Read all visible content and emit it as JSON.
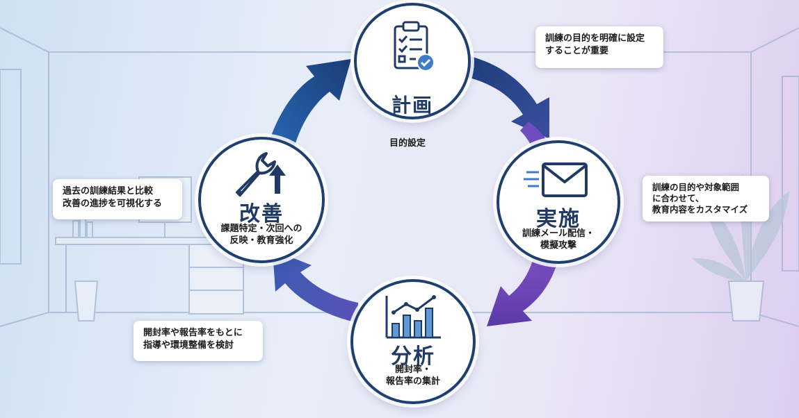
{
  "cycle": {
    "plan": {
      "title": "計画",
      "desc": "目的設定",
      "icon": "clipboard-check-icon"
    },
    "do": {
      "title": "実施",
      "desc": "訓練メール配信・\n模擬攻撃",
      "icon": "envelope-icon"
    },
    "analyze": {
      "title": "分析",
      "desc": "開封率・\n報告率の集計",
      "icon": "bar-chart-icon"
    },
    "improve": {
      "title": "改善",
      "desc": "課題特定・次回への\n反映・教育強化",
      "icon": "wrench-arrow-up-icon"
    }
  },
  "callouts": {
    "plan": "訓練の目的を明確に設定\nすることが重要",
    "do": "訓練の目的や対象範囲\nに合わせて、\n教育内容をカスタマイズ",
    "analyze": "開封率や報告率をもとに\n指導や環境整備を検討",
    "improve": "過去の訓練結果と比較\n改善の進捗を可視化する"
  },
  "colors": {
    "arrow_blue": "#2a6bb8",
    "arrow_navy": "#1b3d78",
    "arrow_purple": "#6a3fb0",
    "title_navy": "#213a63"
  }
}
